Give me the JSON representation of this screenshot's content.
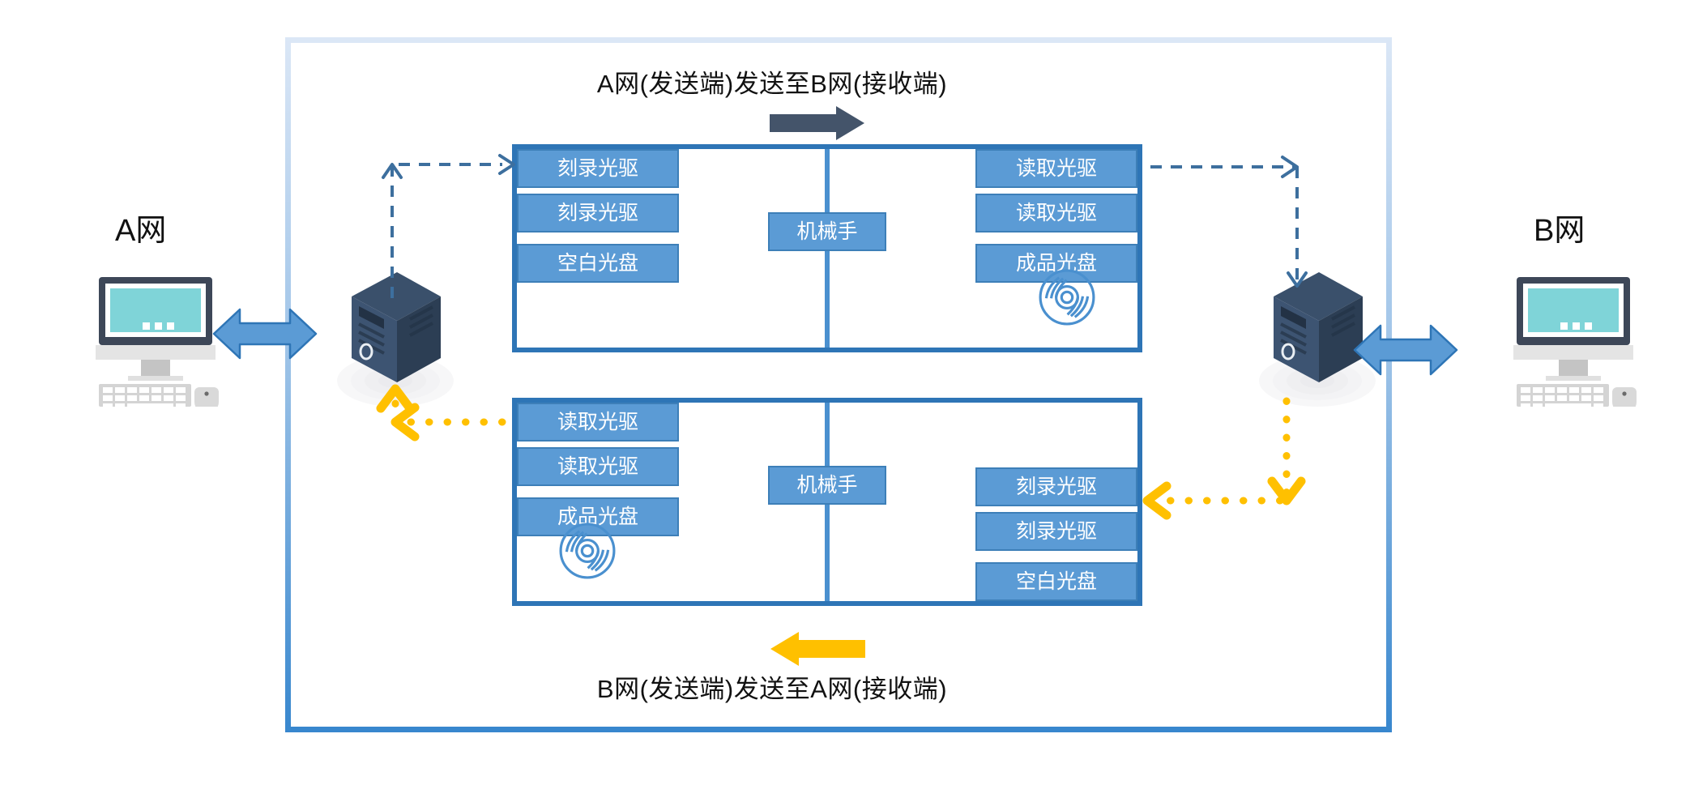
{
  "diagram": {
    "title_top": "A网(发送端)发送至B网(接收端)",
    "title_bottom": "B网(发送端)发送至A网(接收端)",
    "endpoints": {
      "left_label": "A网",
      "right_label": "B网"
    },
    "colors": {
      "container_border_top": "#dbe7f6",
      "container_border_bottom": "#3887ce",
      "box_border": "#2e75b6",
      "slot_fill": "#5b9bd5",
      "slot_stroke": "#3d7fb8",
      "slot_text": "#ffffff",
      "arrow_forward": "#44546a",
      "arrow_backward": "#ffc000",
      "dashed_flow": "#3d6f9e",
      "dotted_flow": "#ffc000",
      "double_arrow_fill": "#5b9bd5",
      "double_arrow_stroke": "#2e75b6",
      "server_body": "#2d3f55",
      "server_front": "#3a5069",
      "monitor_frame": "#3d4758",
      "monitor_screen": "#7fd4d8",
      "peripheral_gray": "#d4d4d4"
    },
    "top_flow": {
      "name": "A网(发送端)发送至B网(接收端)",
      "direction": "right",
      "arm_label": "机械手",
      "send_side": {
        "slots": [
          "刻录光驱",
          "刻录光驱",
          "空白光盘"
        ],
        "align": "top"
      },
      "receive_side": {
        "slots": [
          "读取光驱",
          "读取光驱",
          "成品光盘"
        ],
        "align": "top",
        "disc_icon": "cd-disc-icon"
      }
    },
    "bottom_flow": {
      "name": "B网(发送端)发送至A网(接收端)",
      "direction": "left",
      "arm_label": "机械手",
      "send_side": {
        "slots": [
          "刻录光驱",
          "刻录光驱",
          "空白光盘"
        ],
        "align": "bottom"
      },
      "receive_side": {
        "slots": [
          "读取光驱",
          "读取光驱",
          "成品光盘"
        ],
        "align": "top",
        "disc_icon": "cd-disc-icon"
      }
    },
    "nodes": {
      "server_left": "server-a",
      "server_right": "server-b",
      "computer_left": "computer-a",
      "computer_right": "computer-b"
    }
  }
}
